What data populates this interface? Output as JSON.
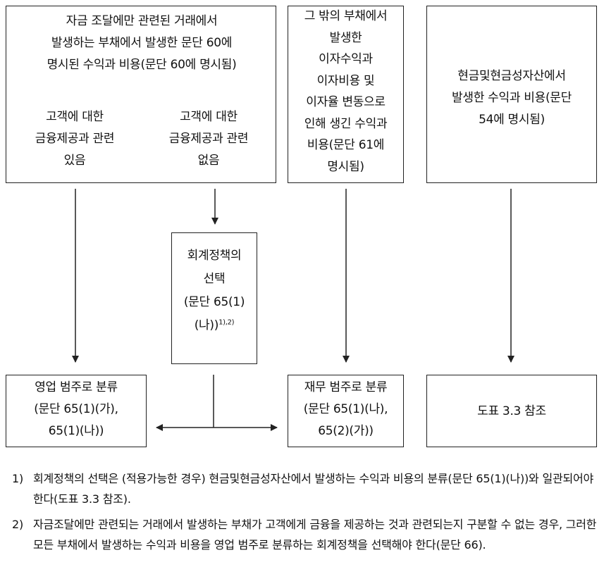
{
  "boxes": {
    "financing": {
      "text": "자금 조달에만 관련된 거래에서\n발생하는 부채에서 발생한 문단 60에\n명시된 수익과 비용(문단 60에 명시됨)",
      "col_related": "고객에 대한\n금융제공과 관련\n있음",
      "col_unrelated": "고객에 대한\n금융제공과 관련\n없음"
    },
    "other_liabilities": {
      "text": "그 밖의 부채에서\n발생한\n이자수익과\n이자비용 및\n이자율 변동으로\n인해 생긴 수익과\n비용(문단 61에\n명시됨)"
    },
    "cash": {
      "text": "현금및현금성자산에서\n발생한 수익과 비용(문단\n54에 명시됨)"
    },
    "policy": {
      "text": "회계정책의\n선택\n(문단 65(1)",
      "text2": "(나))",
      "sup": "1),2)"
    },
    "operating": {
      "text": "영업 범주로 분류\n(문단 65(1)(가),\n65(1)(나))"
    },
    "financial": {
      "text": "재무 범주로 분류\n(문단 65(1)(나),\n65(2)(가))"
    },
    "ref33": {
      "text": "도표 3.3 참조"
    }
  },
  "notes": [
    {
      "num": "1)",
      "text": "회계정책의 선택은 (적용가능한 경우) 현금및현금성자산에서 발생하는 수익과 비용의 분류(문단 65(1)(나))와 일관되어야 한다(도표 3.3 참조)."
    },
    {
      "num": "2)",
      "text": "자금조달에만 관련되는 거래에서 발생하는 부채가 고객에게 금융을 제공하는 것과 관련되는지 구분할 수 없는 경우, 그러한 모든 부채에서 발생하는 수익과 비용을 영업 범주로 분류하는 회계정책을 선택해야 한다(문단 66)."
    }
  ]
}
